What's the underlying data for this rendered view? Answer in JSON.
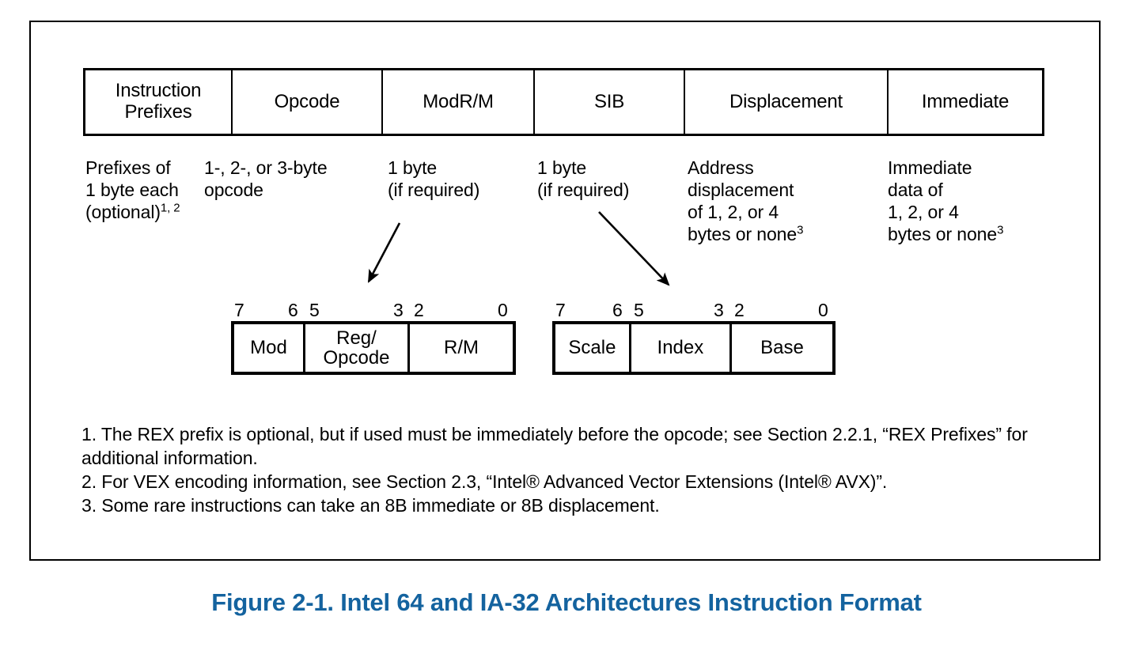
{
  "figure": {
    "caption": "Figure 2-1.  Intel 64 and IA-32 Architectures Instruction Format",
    "caption_color": "#14639F"
  },
  "format_row": {
    "cells": [
      {
        "label": "Instruction\nPrefixes"
      },
      {
        "label": "Opcode"
      },
      {
        "label": "ModR/M"
      },
      {
        "label": "SIB"
      },
      {
        "label": "Displacement"
      },
      {
        "label": "Immediate"
      }
    ]
  },
  "descriptions": {
    "prefixes_line1": "Prefixes of\n1 byte each\n(optional)",
    "prefixes_footnote_refs": "1, 2",
    "opcode": "1-, 2-, or 3-byte\nopcode",
    "modrm": "1 byte\n(if required)",
    "sib": "1 byte\n(if required)",
    "displacement_text": "Address\ndisplacement\nof 1, 2, or 4\nbytes or none",
    "displacement_footnote_ref": "3",
    "immediate_text": "Immediate\ndata of\n1, 2, or 4\nbytes or none",
    "immediate_footnote_ref": "3"
  },
  "modrm_detail": {
    "bit_labels": [
      "7",
      "6",
      "5",
      "3",
      "2",
      "0"
    ],
    "fields": [
      {
        "name": "Mod",
        "bits": "7-6"
      },
      {
        "name": "Reg/\nOpcode",
        "bits": "5-3"
      },
      {
        "name": "R/M",
        "bits": "2-0"
      }
    ]
  },
  "sib_detail": {
    "bit_labels": [
      "7",
      "6",
      "5",
      "3",
      "2",
      "0"
    ],
    "fields": [
      {
        "name": "Scale",
        "bits": "7-6"
      },
      {
        "name": "Index",
        "bits": "5-3"
      },
      {
        "name": "Base",
        "bits": "2-0"
      }
    ]
  },
  "footnotes": {
    "note1": "1. The REX prefix is optional, but if used must be immediately before the opcode; see Section 2.2.1, “REX Prefixes” for additional information.",
    "note2": "2. For VEX encoding information, see Section 2.3, “Intel® Advanced Vector Extensions (Intel® AVX)”.",
    "note3": "3. Some rare instructions can take an 8B immediate or 8B displacement."
  }
}
